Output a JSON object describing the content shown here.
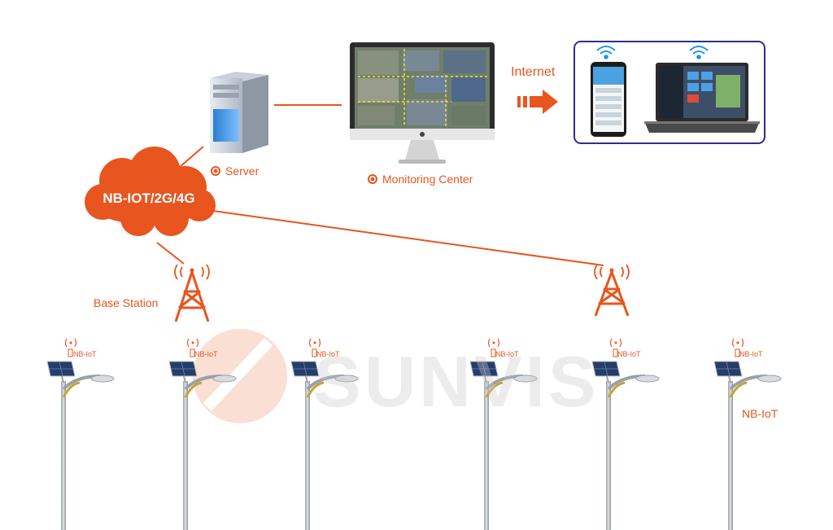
{
  "labels": {
    "server": "Server",
    "monitoring_center": "Monitoring Center",
    "internet": "Internet",
    "network": "NB-IOT/2G/4G",
    "base_station": "Base Station",
    "nb_iot": "NB-IoT",
    "watermark": "SUNVIS"
  },
  "colors": {
    "accent": "#e8551f",
    "device_frame": "#2b2f8f"
  },
  "icons": [
    "server-icon",
    "monitor-icon",
    "smartphone-icon",
    "laptop-icon",
    "wifi-icon",
    "cloud-icon",
    "tower-icon",
    "solar-street-light-icon",
    "arrow-right-icon"
  ]
}
